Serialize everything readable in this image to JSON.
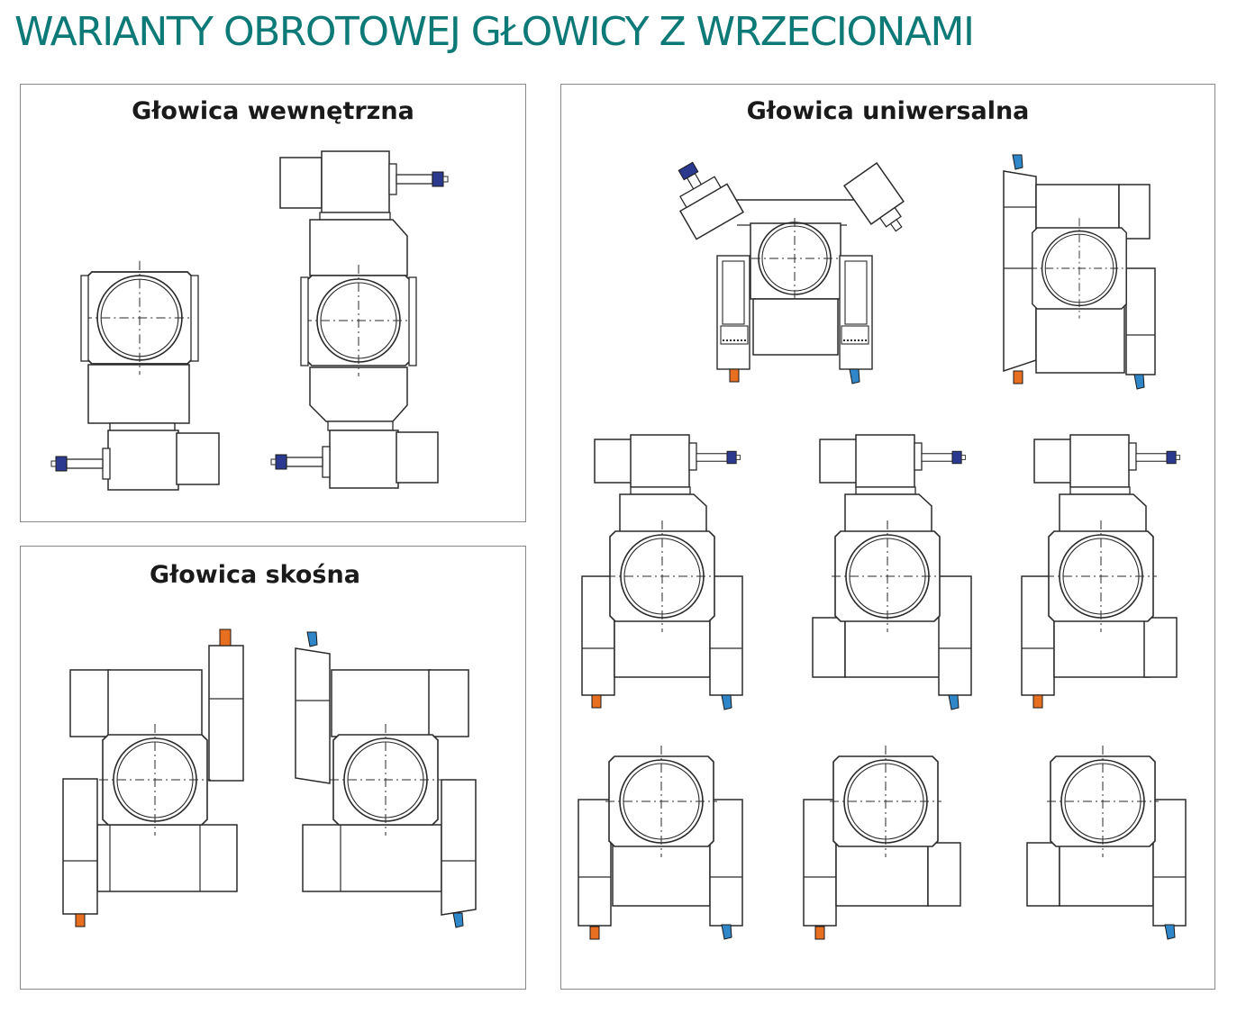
{
  "page": {
    "title": "WARIANTY OBROTOWEJ GŁOWICY Z WRZECIONAMI"
  },
  "panels": {
    "internal": {
      "title": "Głowica wewnętrzna"
    },
    "oblique": {
      "title": "Głowica skośna"
    },
    "universal": {
      "title": "Głowica uniwersalna"
    }
  },
  "colors": {
    "title": "#0e7a78",
    "line": "#2a2a2a",
    "spindle_navy": "#2b3a8f",
    "tool_orange": "#e86f1f",
    "tool_blue": "#2f86c8",
    "frame": "#8a8a8a"
  }
}
